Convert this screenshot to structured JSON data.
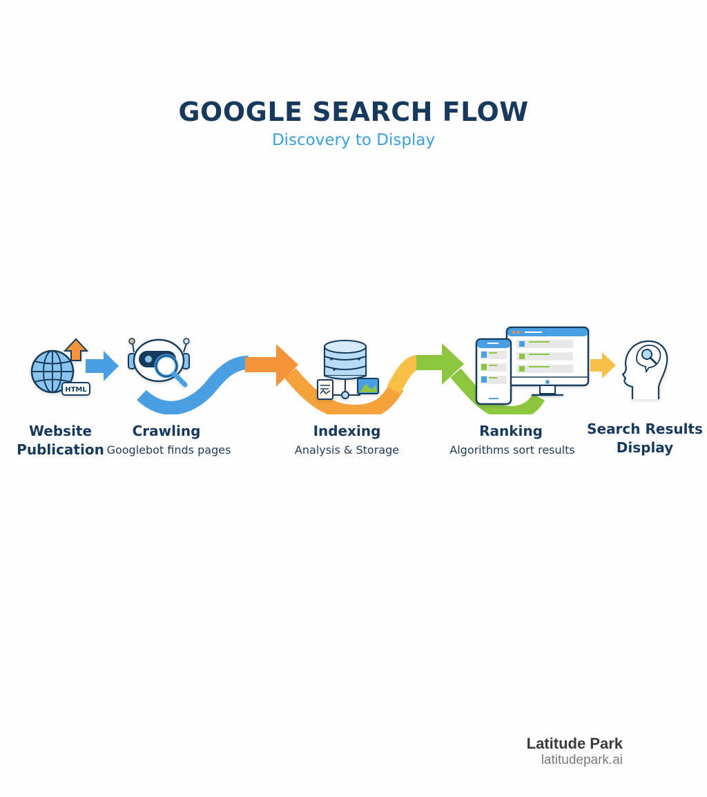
{
  "header": {
    "title": "GOOGLE SEARCH FLOW",
    "subtitle": "Discovery to Display"
  },
  "colors": {
    "title": "#173a5c",
    "subtitle": "#3aa0dc",
    "blue": "#4a9fe3",
    "orange": "#f4943a",
    "yellow": "#f7bf45",
    "green": "#8dc540",
    "outline": "#173a5c"
  },
  "steps": [
    {
      "label_line1": "Website",
      "label_line2": "Publication",
      "description": "",
      "icon": "globe-upload-html-icon",
      "badge": "HTML"
    },
    {
      "label_line1": "Crawling",
      "label_line2": "",
      "description": "Googlebot finds pages",
      "icon": "robot-magnifier-icon"
    },
    {
      "label_line1": "Indexing",
      "label_line2": "",
      "description": "Analysis & Storage",
      "icon": "database-documents-icon"
    },
    {
      "label_line1": "Ranking",
      "label_line2": "",
      "description": "Algorithms sort results",
      "icon": "devices-results-icon"
    },
    {
      "label_line1": "Search Results",
      "label_line2": "Display",
      "description": "",
      "icon": "head-magnifier-icon"
    }
  ],
  "footer": {
    "brand_name": "Latitude Park",
    "brand_url": "latitudepark.ai"
  }
}
